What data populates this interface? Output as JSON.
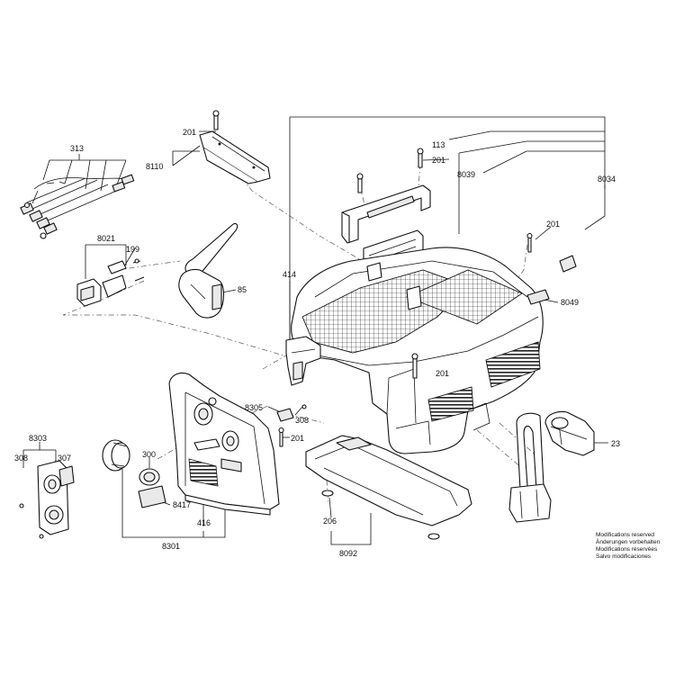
{
  "labels": {
    "l313": "313",
    "l201a": "201",
    "l8110": "8110",
    "l113": "113",
    "l201b": "201",
    "l8039": "8039",
    "l8034": "8034",
    "l201c": "201",
    "l8021": "8021",
    "l199": "199",
    "l85": "85",
    "l414": "414",
    "l8049": "8049",
    "l201d": "201",
    "l8305": "8305",
    "l308a": "308",
    "l201e": "201",
    "l23": "23",
    "l8303": "8303",
    "l308b": "308",
    "l307": "307",
    "l300": "300",
    "l8417": "8417",
    "l416": "416",
    "l8301": "8301",
    "l206": "206",
    "l8092": "8092"
  },
  "notice": {
    "line1": "Modifications reserved",
    "line2": "Änderungen vorbehalten",
    "line3": "Modifications réservées",
    "line4": "Salvo modificaciones"
  },
  "colors": {
    "ink": "#111111",
    "background": "#ffffff"
  }
}
